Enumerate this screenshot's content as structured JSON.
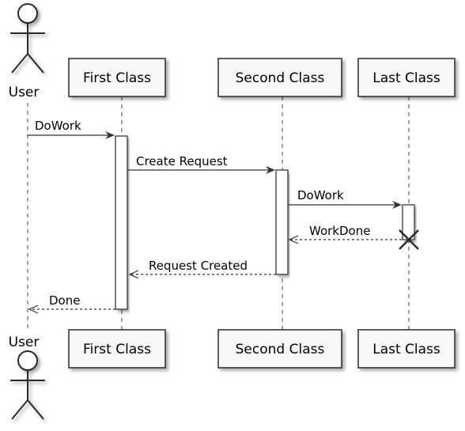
{
  "participants": {
    "user": "User",
    "first": "First Class",
    "second": "Second Class",
    "last": "Last Class"
  },
  "messages": {
    "m1": "DoWork",
    "m2": "Create Request",
    "m3": "DoWork",
    "m4": "WorkDone",
    "m5": "Request Created",
    "m6": "Done"
  }
}
